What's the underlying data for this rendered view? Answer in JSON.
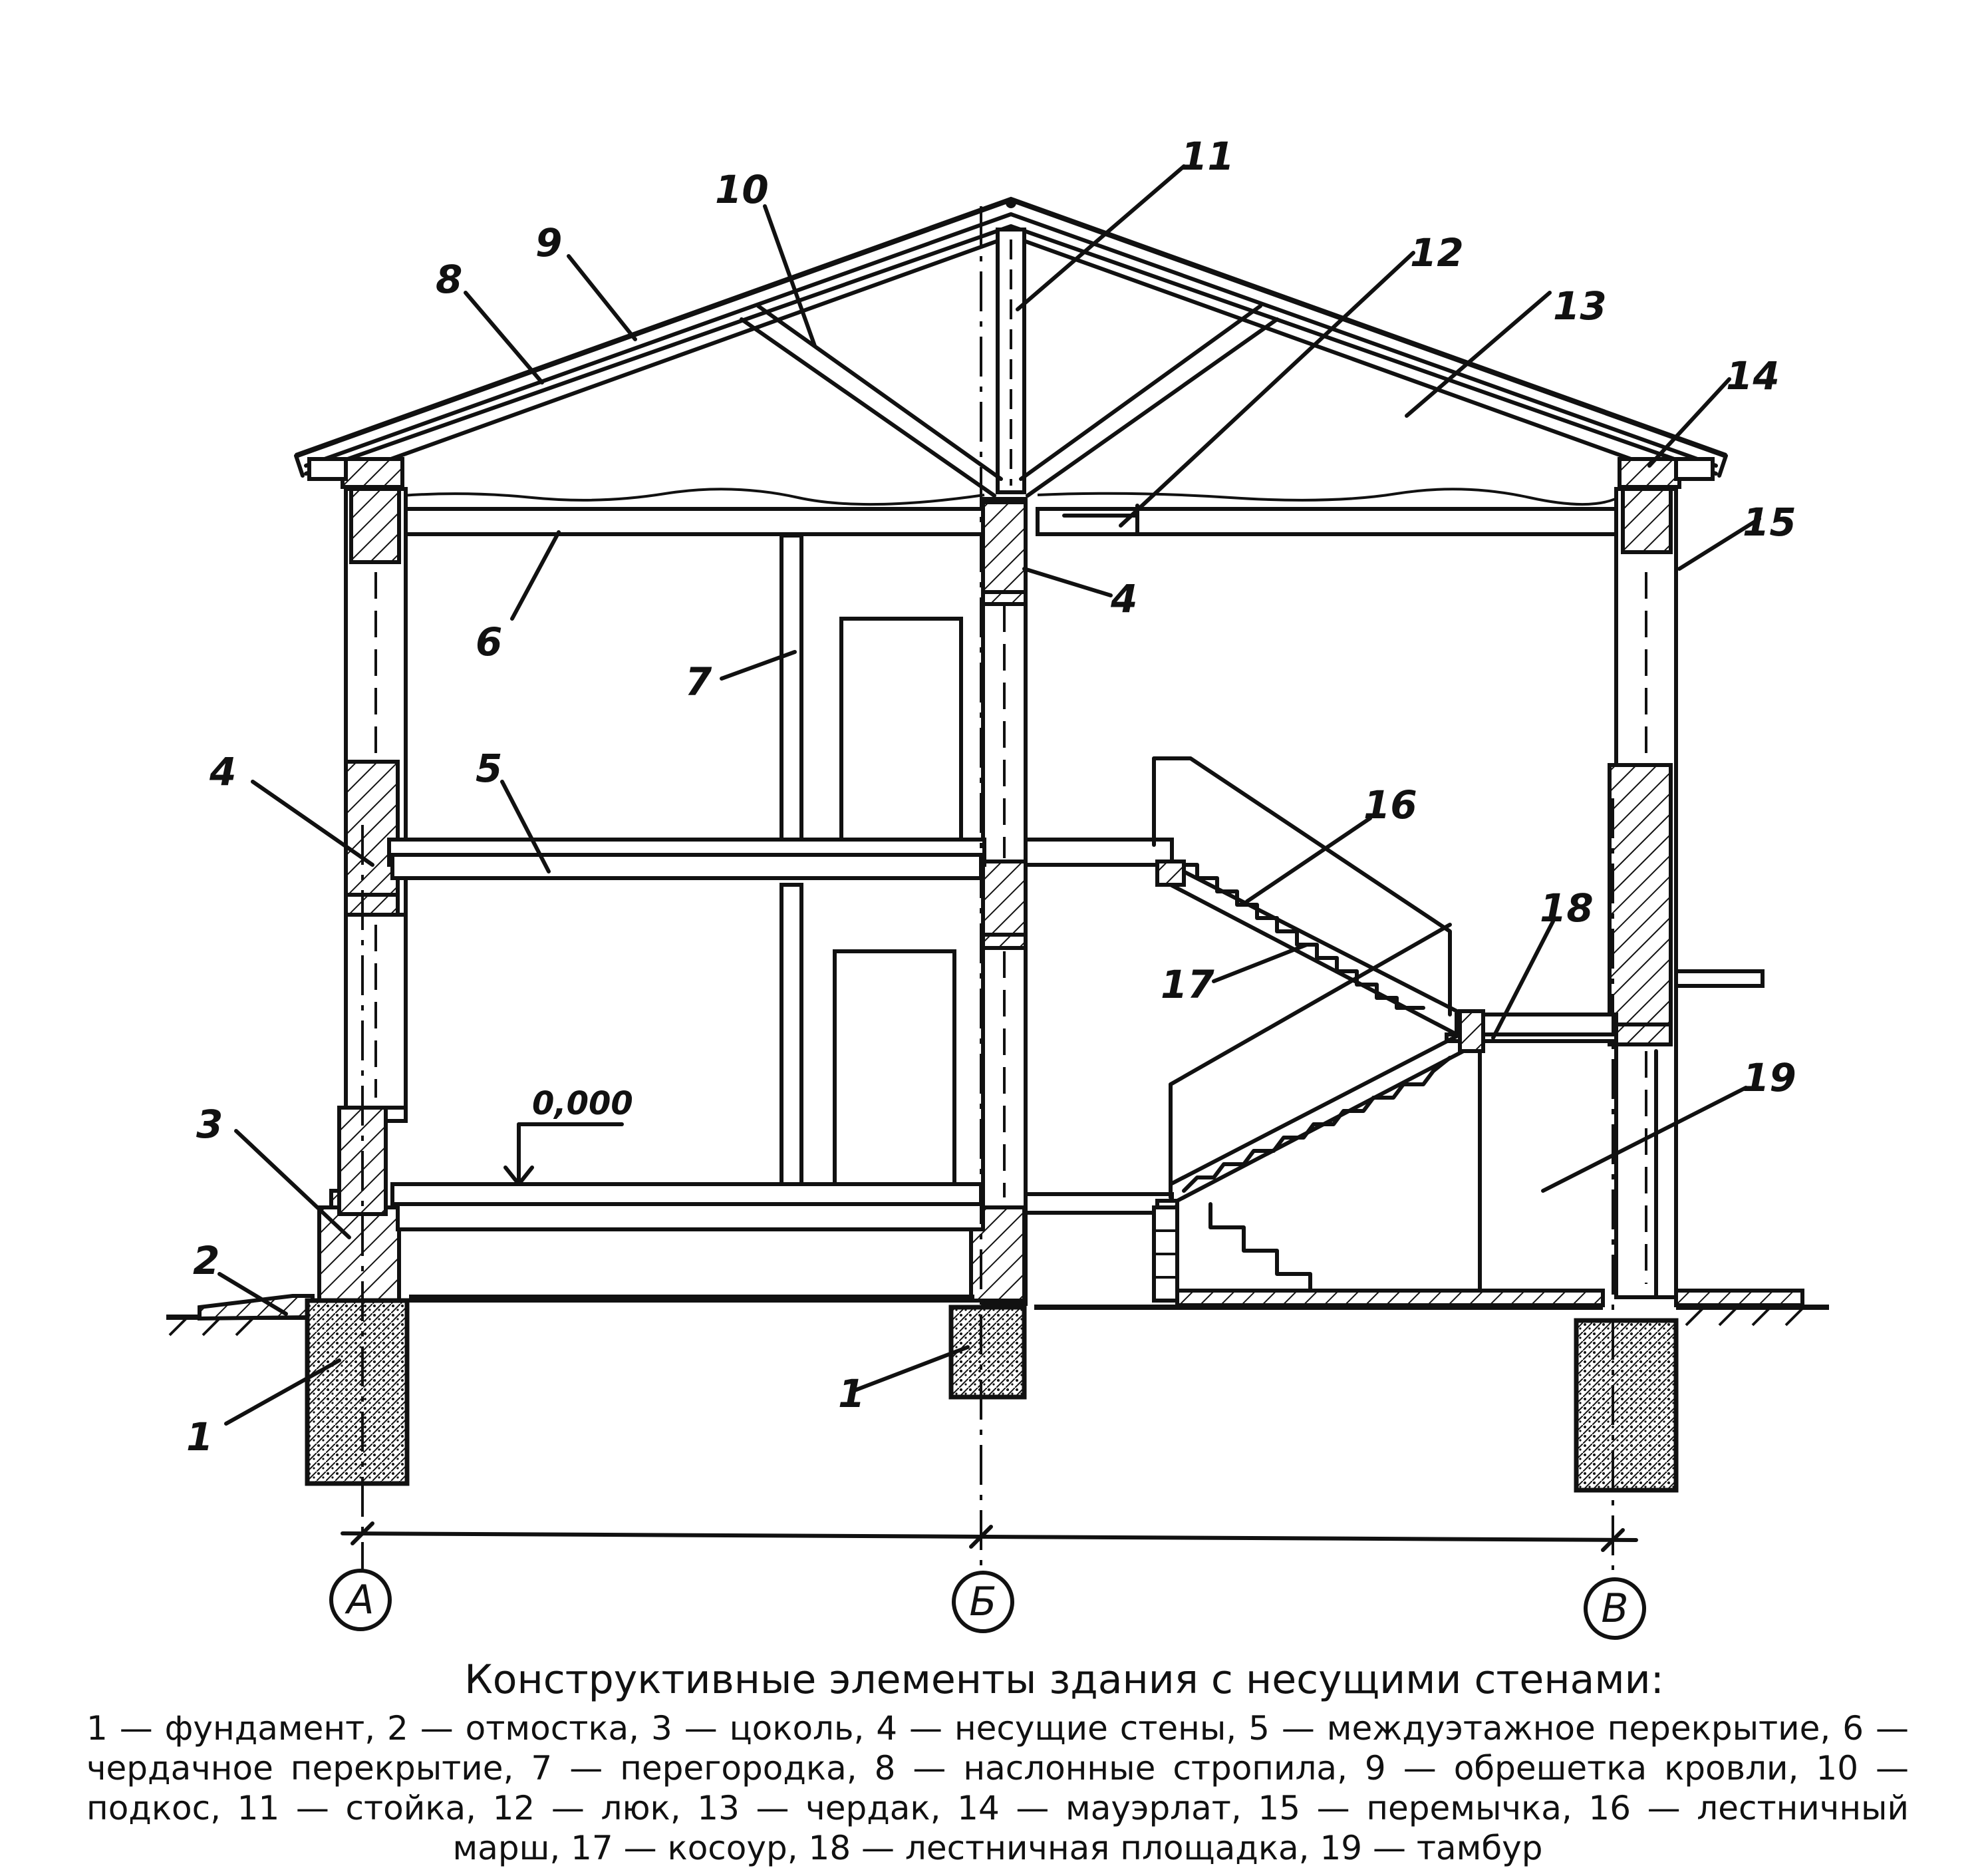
{
  "callouts": {
    "c1a": "1",
    "c1b": "1",
    "c2": "2",
    "c3": "3",
    "c4a": "4",
    "c4b": "4",
    "c5": "5",
    "c6": "6",
    "c7": "7",
    "c8": "8",
    "c9": "9",
    "c10": "10",
    "c11": "11",
    "c12": "12",
    "c13": "13",
    "c14": "14",
    "c15": "15",
    "c16": "16",
    "c17": "17",
    "c18": "18",
    "c19": "19"
  },
  "elevation": "0,000",
  "axes": {
    "a": "А",
    "b": "Б",
    "c": "В"
  },
  "caption": {
    "title": "Конструктивные элементы здания с несущими стенами:",
    "body": "1 — фундамент, 2 — отмостка, 3 — цоколь, 4 — несущие стены, 5 — междуэтажное перекрытие, 6 — чердачное перекрытие, 7 — перегородка, 8 — наслонные стропила, 9 — обрешетка кровли, 10 — подкос, 11 — стойка, 12 — люк, 13 — чердак, 14 — мауэрлат, 15 — перемычка, 16 — лестничный марш, 17 — косоур, 18 — лестничная площадка, 19 — тамбур"
  }
}
